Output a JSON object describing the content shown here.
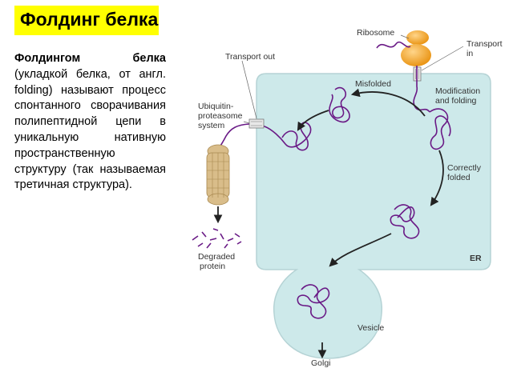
{
  "title": "Фолдинг белка",
  "description": {
    "bold": "Фолдингом белка",
    "text": " (укладкой белка, от англ. folding) называют процесс спонтанного сворачивания полипептидной цепи в уникальную нативную пространственную структуру (так называемая третичная структура)."
  },
  "diagram": {
    "labels": {
      "ribosome": "Ribosome",
      "transport_in_1": "Transport",
      "transport_in_2": "in",
      "transport_out": "Transport out",
      "ubiquitin_1": "Ubiquitin-",
      "ubiquitin_2": "proteasome",
      "ubiquitin_3": "system",
      "misfolded": "Misfolded",
      "modification_1": "Modification",
      "modification_2": "and folding",
      "correctly_1": "Correctly",
      "correctly_2": "folded",
      "er": "ER",
      "degraded_1": "Degraded",
      "degraded_2": "protein",
      "vesicle": "Vesicle",
      "golgi": "Golgi"
    },
    "colors": {
      "er_fill": "#cde9ea",
      "protein": "#6a1a86",
      "ribosome": "#f5a623",
      "proteasome": "#d9bd8a",
      "arrow": "#222222"
    }
  }
}
